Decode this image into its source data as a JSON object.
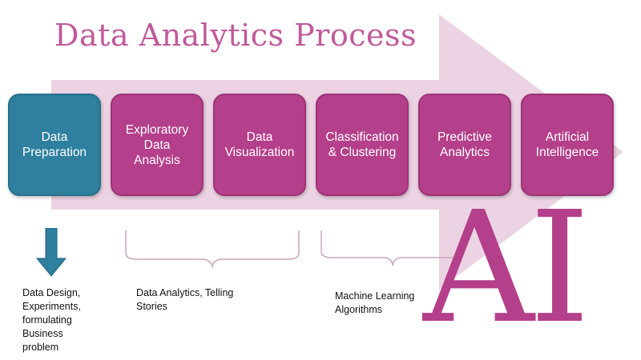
{
  "title": "Data Analytics Process",
  "steps": [
    {
      "label": "Data\nPreparation",
      "color": "#2f7f9e"
    },
    {
      "label": "Exploratory\nData\nAnalysis",
      "color": "#b43f8a"
    },
    {
      "label": "Data\nVisualization",
      "color": "#b43f8a"
    },
    {
      "label": "Classification\n& Clustering",
      "color": "#b43f8a"
    },
    {
      "label": "Predictive\nAnalytics",
      "color": "#b43f8a"
    },
    {
      "label": "Artificial\nIntelligence",
      "color": "#b43f8a"
    }
  ],
  "notes": {
    "design": "Data Design,\nExperiments,\nformulating\nBusiness\nproblem",
    "analytics": "Data Analytics, Telling\nStories",
    "ml": "Machine Learning\nAlgorithms"
  },
  "ai_label": "AI",
  "colors": {
    "arrow_fill": "#ecd3e3",
    "accent": "#c0599a",
    "step_pink": "#b43f8a",
    "step_blue": "#2f7f9e",
    "down_arrow": "#2f7f9e",
    "brace": "#c9a6bd"
  }
}
